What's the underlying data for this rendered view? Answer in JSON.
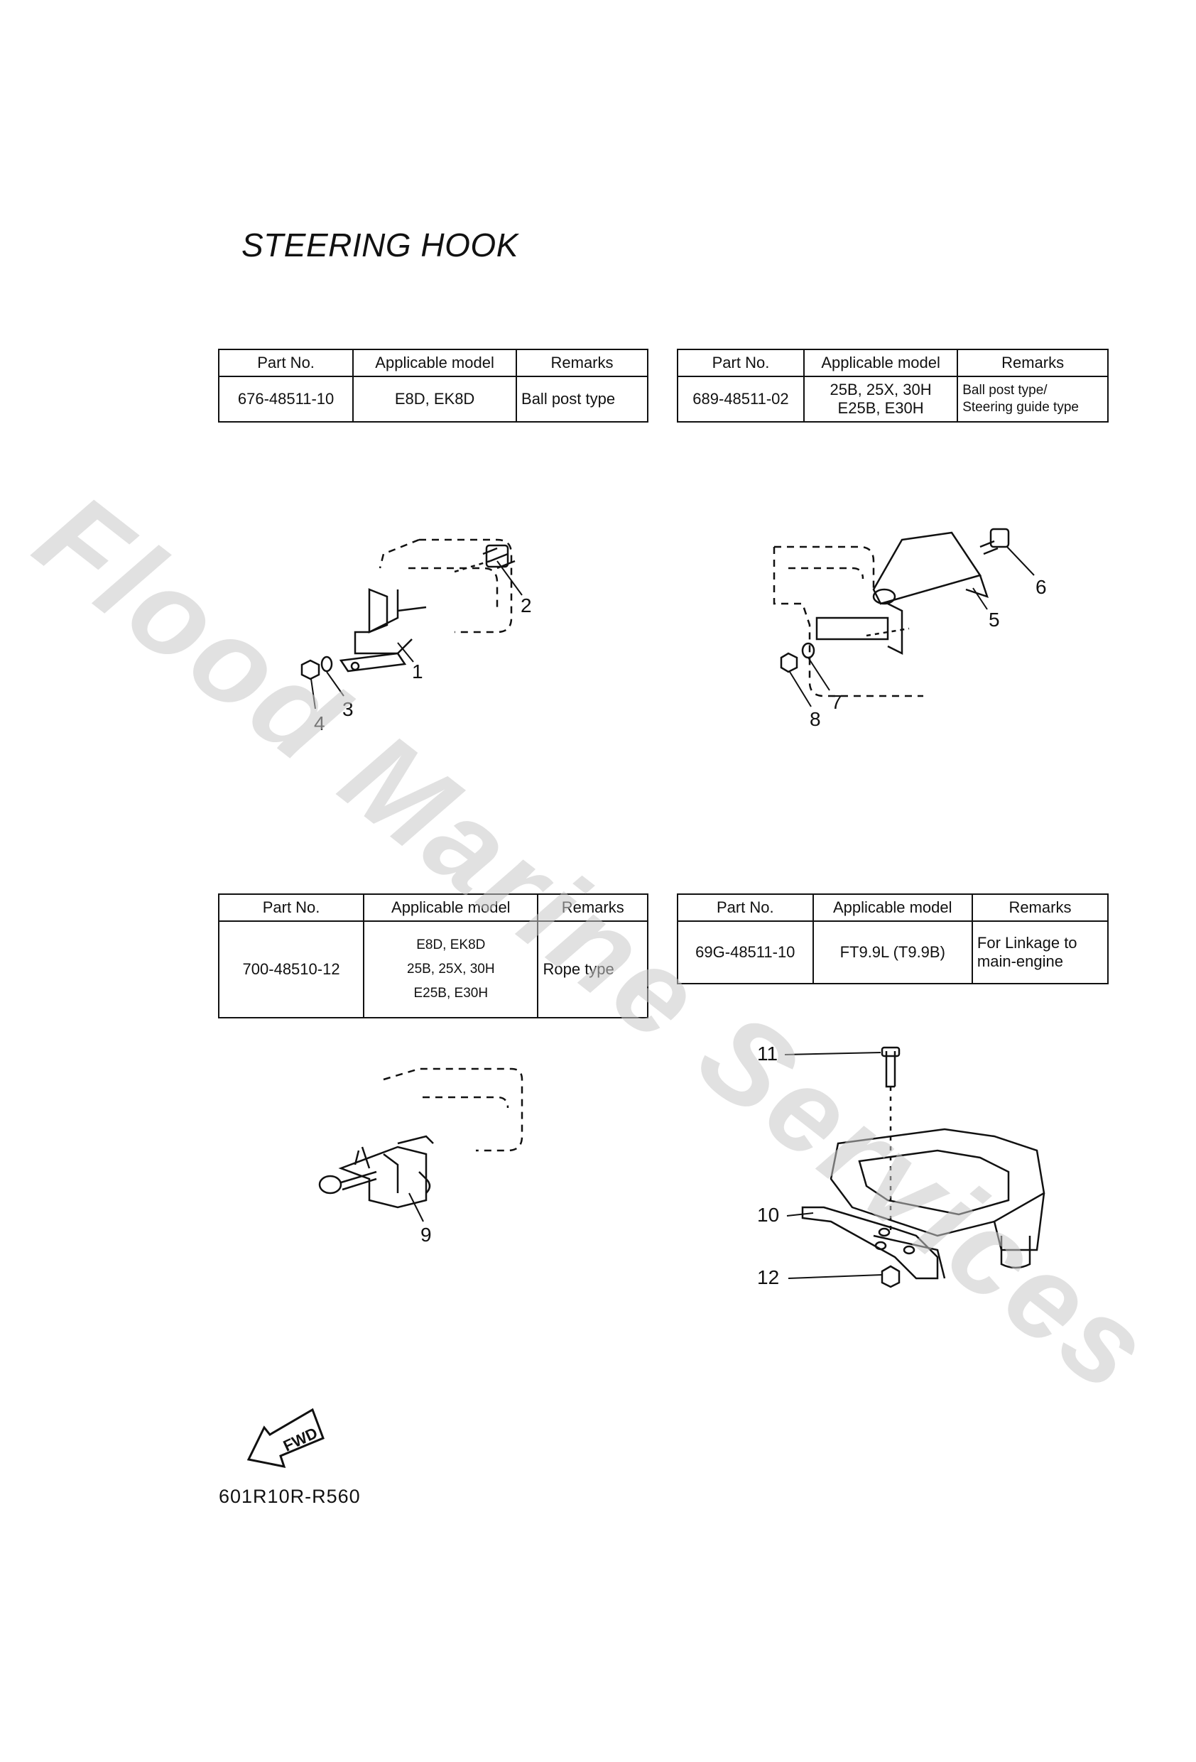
{
  "title": "STEERING HOOK",
  "headers": {
    "part_no": "Part No.",
    "model": "Applicable model",
    "remarks": "Remarks"
  },
  "tables": [
    {
      "part_no": "676-48511-10",
      "model_lines": [
        "E8D, EK8D"
      ],
      "remarks_lines": [
        "Ball post type"
      ]
    },
    {
      "part_no": "689-48511-02",
      "model_lines": [
        "25B, 25X, 30H",
        "E25B, E30H"
      ],
      "remarks_lines": [
        "Ball post type/",
        "Steering guide type"
      ]
    },
    {
      "part_no": "700-48510-12",
      "model_lines": [
        "E8D, EK8D",
        "25B, 25X, 30H",
        "E25B, E30H"
      ],
      "remarks_lines": [
        "Rope type"
      ]
    },
    {
      "part_no": "69G-48511-10",
      "model_lines": [
        "FT9.9L (T9.9B)"
      ],
      "remarks_lines": [
        "For Linkage to",
        "main-engine"
      ]
    }
  ],
  "callouts": [
    "1",
    "2",
    "3",
    "4",
    "5",
    "6",
    "7",
    "8",
    "9",
    "10",
    "11",
    "12"
  ],
  "fwd_label": "FWD",
  "diagram_code": "601R10R-R560",
  "watermark": "Flood Marine Services"
}
